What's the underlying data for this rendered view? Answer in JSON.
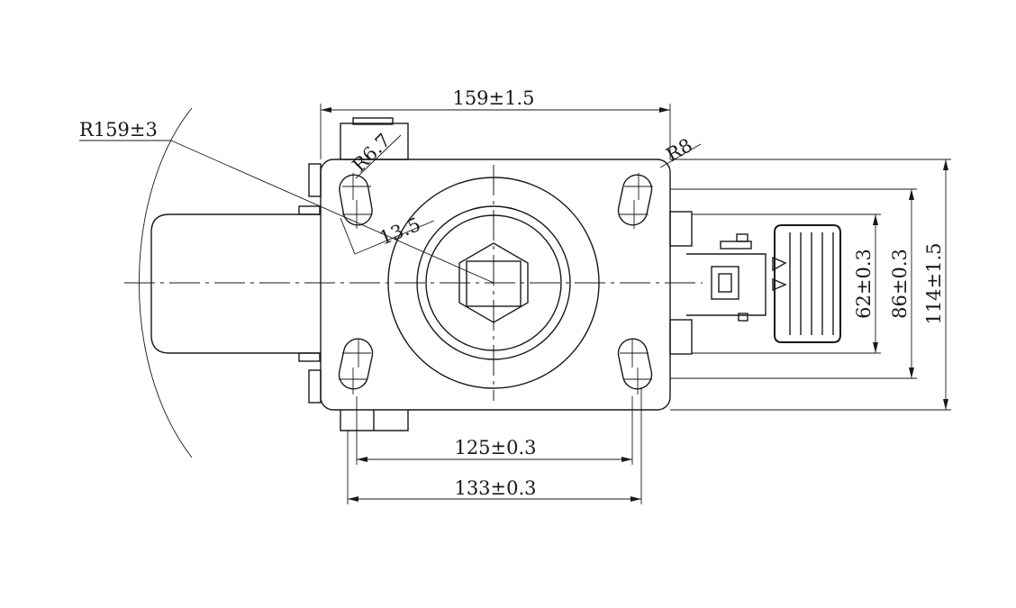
{
  "dimensions": {
    "radius_arc": "R159±3",
    "top_width": "159±1.5",
    "slot_radius": "R6.7",
    "corner_radius": "R8",
    "slot_width": "13.5",
    "inner_height": "62±0.3",
    "mid_height": "86±0.3",
    "outer_height": "114±1.5",
    "hole_spacing_inner": "125±0.3",
    "hole_spacing_outer": "133±0.3"
  }
}
